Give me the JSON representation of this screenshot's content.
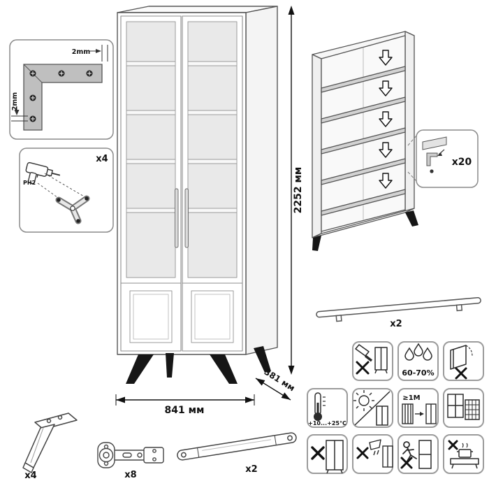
{
  "dimensions": {
    "height": "2252 мм",
    "width": "841 мм",
    "depth": "381 мм"
  },
  "corner_detail": {
    "gap_top": "2mm",
    "gap_side": "2mm"
  },
  "leg_assembly": {
    "count": "x4",
    "bit": "PH2"
  },
  "shelf_pins": {
    "count": "x20"
  },
  "hardware": {
    "handle_count": "x2",
    "leg_count": "x4",
    "hinge_count": "x8",
    "rail_count": "x2"
  },
  "care": {
    "humidity": "60-70%",
    "temperature": "+10...+25°C",
    "heat_distance": "≥1M"
  },
  "colors": {
    "outline": "#555555",
    "glass": "#e9e9e9",
    "legs": "#161616",
    "shelf": "#d2d2d2",
    "icon_border": "#9b9b9b"
  }
}
